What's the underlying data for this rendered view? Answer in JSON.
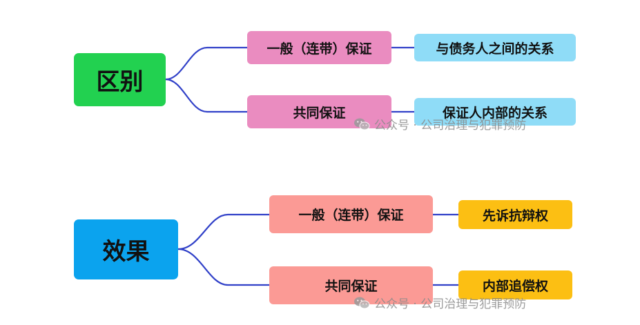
{
  "diagram": {
    "line_color": "#3040c8",
    "groups": [
      {
        "root": {
          "label": "区别",
          "color": "#22d150"
        },
        "branches": [
          {
            "label": "一般（连带）保证",
            "color": "#ea8cc0",
            "leaf": {
              "label": "与债务人之间的关系",
              "color": "#8fdcf7"
            }
          },
          {
            "label": "共同保证",
            "color": "#ea8cc0",
            "leaf": {
              "label": "保证人内部的关系",
              "color": "#8fdcf7"
            }
          }
        ]
      },
      {
        "root": {
          "label": "效果",
          "color": "#0ba3ee"
        },
        "branches": [
          {
            "label": "一般（连带）保证",
            "color": "#fb9a95",
            "leaf": {
              "label": "先诉抗辩权",
              "color": "#fcbf13"
            }
          },
          {
            "label": "共同保证",
            "color": "#fb9a95",
            "leaf": {
              "label": "内部追偿权",
              "color": "#fcbf13"
            }
          }
        ]
      }
    ]
  },
  "watermark": {
    "text": "公众号 · 公司治理与犯罪预防",
    "icon": "wechat-icon"
  }
}
